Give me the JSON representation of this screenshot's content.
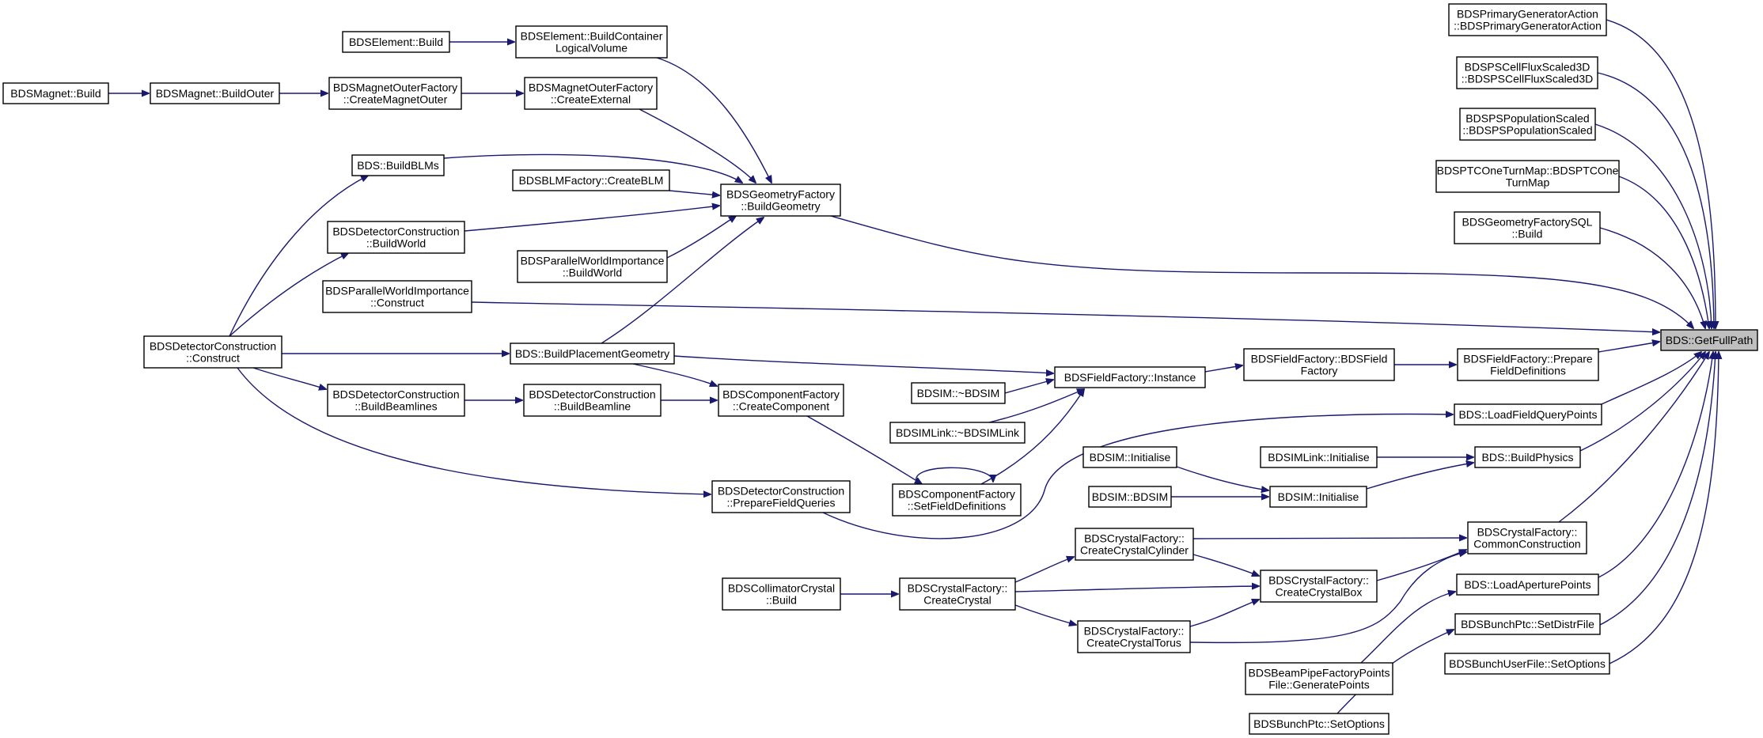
{
  "nodes": [
    {
      "id": "gfp",
      "lines": [
        "BDS::GetFullPath"
      ],
      "highlight": true
    },
    {
      "id": "mag_build",
      "lines": [
        "BDSMagnet::Build"
      ]
    },
    {
      "id": "mag_bo",
      "lines": [
        "BDSMagnet::BuildOuter"
      ]
    },
    {
      "id": "mof_cmo",
      "lines": [
        "BDSMagnetOuterFactory",
        "::CreateMagnetOuter"
      ]
    },
    {
      "id": "mof_ce",
      "lines": [
        "BDSMagnetOuterFactory",
        "::CreateExternal"
      ]
    },
    {
      "id": "el_build",
      "lines": [
        "BDSElement::Build"
      ]
    },
    {
      "id": "el_bclv",
      "lines": [
        "BDSElement::BuildContainer",
        "LogicalVolume"
      ]
    },
    {
      "id": "bds_blms",
      "lines": [
        "BDS::BuildBLMs"
      ]
    },
    {
      "id": "blmf",
      "lines": [
        "BDSBLMFactory::CreateBLM"
      ]
    },
    {
      "id": "gf_bg",
      "lines": [
        "BDSGeometryFactory",
        "::BuildGeometry"
      ]
    },
    {
      "id": "dc_bw",
      "lines": [
        "BDSDetectorConstruction",
        "::BuildWorld"
      ]
    },
    {
      "id": "pwi_bw",
      "lines": [
        "BDSParallelWorldImportance",
        "::BuildWorld"
      ]
    },
    {
      "id": "pwi_c",
      "lines": [
        "BDSParallelWorldImportance",
        "::Construct"
      ]
    },
    {
      "id": "dc_c",
      "lines": [
        "BDSDetectorConstruction",
        "::Construct"
      ]
    },
    {
      "id": "bpg",
      "lines": [
        "BDS::BuildPlacementGeometry"
      ]
    },
    {
      "id": "dc_bbl",
      "lines": [
        "BDSDetectorConstruction",
        "::BuildBeamlines"
      ]
    },
    {
      "id": "dc_bb",
      "lines": [
        "BDSDetectorConstruction",
        "::BuildBeamline"
      ]
    },
    {
      "id": "cf_cc",
      "lines": [
        "BDSComponentFactory",
        "::CreateComponent"
      ]
    },
    {
      "id": "dc_pfq",
      "lines": [
        "BDSDetectorConstruction",
        "::PrepareFieldQueries"
      ]
    },
    {
      "id": "cf_sfd",
      "lines": [
        "BDSComponentFactory",
        "::SetFieldDefinitions"
      ]
    },
    {
      "id": "ff_inst",
      "lines": [
        "BDSFieldFactory::Instance"
      ]
    },
    {
      "id": "bdsim_d",
      "lines": [
        "BDSIM::~BDSIM"
      ]
    },
    {
      "id": "bdsimlink_d",
      "lines": [
        "BDSIMLink::~BDSIMLink"
      ]
    },
    {
      "id": "ff_ctor",
      "lines": [
        "BDSFieldFactory::BDSField",
        "Factory"
      ]
    },
    {
      "id": "ff_pfd",
      "lines": [
        "BDSFieldFactory::Prepare",
        "FieldDefinitions"
      ]
    },
    {
      "id": "lfqp",
      "lines": [
        "BDS::LoadFieldQueryPoints"
      ]
    },
    {
      "id": "bdsim_i1",
      "lines": [
        "BDSIM::Initialise"
      ]
    },
    {
      "id": "bdsim_ctor",
      "lines": [
        "BDSIM::BDSIM"
      ]
    },
    {
      "id": "bdsim_i2",
      "lines": [
        "BDSIM::Initialise"
      ]
    },
    {
      "id": "bdsimlink_i",
      "lines": [
        "BDSIMLink::Initialise"
      ]
    },
    {
      "id": "bphys",
      "lines": [
        "BDS::BuildPhysics"
      ]
    },
    {
      "id": "crf_ccyl",
      "lines": [
        "BDSCrystalFactory::",
        "CreateCrystalCylinder"
      ]
    },
    {
      "id": "colc_b",
      "lines": [
        "BDSCollimatorCrystal",
        "::Build"
      ]
    },
    {
      "id": "crf_cc",
      "lines": [
        "BDSCrystalFactory::",
        "CreateCrystal"
      ]
    },
    {
      "id": "crf_cbox",
      "lines": [
        "BDSCrystalFactory::",
        "CreateCrystalBox"
      ]
    },
    {
      "id": "crf_ctor",
      "lines": [
        "BDSCrystalFactory::",
        "CreateCrystalTorus"
      ]
    },
    {
      "id": "crf_common",
      "lines": [
        "BDSCrystalFactory::",
        "CommonConstruction"
      ]
    },
    {
      "id": "lap",
      "lines": [
        "BDS::LoadAperturePoints"
      ]
    },
    {
      "id": "bbp",
      "lines": [
        "BDSBeamPipeFactoryPoints",
        "File::GeneratePoints"
      ]
    },
    {
      "id": "bpsdf",
      "lines": [
        "BDSBunchPtc::SetDistrFile"
      ]
    },
    {
      "id": "bpso",
      "lines": [
        "BDSBunchPtc::SetOptions"
      ]
    },
    {
      "id": "busf",
      "lines": [
        "BDSBunchUserFile::SetOptions"
      ]
    },
    {
      "id": "pga",
      "lines": [
        "BDSPrimaryGeneratorAction",
        "::BDSPrimaryGeneratorAction"
      ]
    },
    {
      "id": "psc",
      "lines": [
        "BDSPSCellFluxScaled3D",
        "::BDSPSCellFluxScaled3D"
      ]
    },
    {
      "id": "pps",
      "lines": [
        "BDSPSPopulationScaled",
        "::BDSPSPopulationScaled"
      ]
    },
    {
      "id": "ptc",
      "lines": [
        "BDSPTCOneTurnMap::BDSPTCOne",
        "TurnMap"
      ]
    },
    {
      "id": "gfsql",
      "lines": [
        "BDSGeometryFactorySQL",
        "::Build"
      ]
    }
  ]
}
